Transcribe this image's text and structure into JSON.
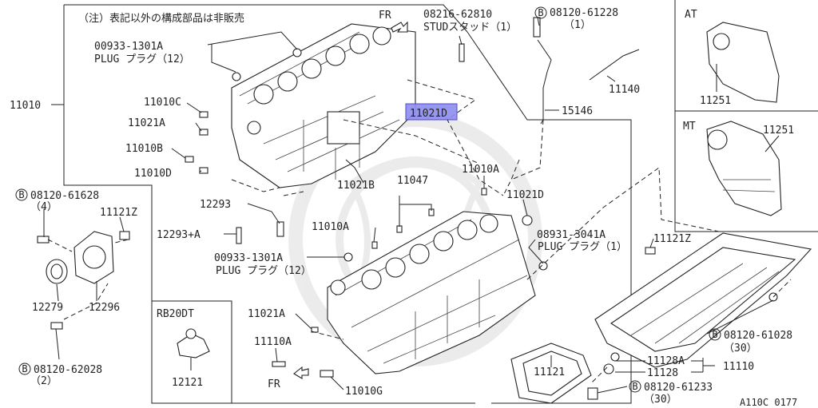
{
  "note": "（注）表記以外の構成部品は非販売",
  "fr_labels": [
    "FR",
    "FR"
  ],
  "callouts": {
    "block_main": "11010",
    "plug_top_code": "00933-1301A",
    "plug_top_name": "PLUG プラグ（12）",
    "p11010C": "11010C",
    "p11021A_top": "11021A",
    "p11010B": "11010B",
    "p11010D": "11010D",
    "p11021B": "11021B",
    "p11021D_highlight": "11021D",
    "stud_code": "08216-62810",
    "stud_name": "STUDスタッド（1）",
    "bolt_top_code": "08120-61228",
    "bolt_top_qty": "（1）",
    "p15146": "15146",
    "p11140": "11140",
    "p11047": "11047",
    "p11010A_upper": "11010A",
    "p11021D_mid": "11021D",
    "p12293": "12293",
    "p12293A": "12293+A",
    "p11010A_mid": "11010A",
    "plug_mid_code": "00933-1301A",
    "plug_mid_name": "PLUG プラグ（12）",
    "plug_right_code": "08931-3041A",
    "plug_right_name": "PLUG プラグ（1）",
    "p11121Z_right": "11121Z",
    "bolt_left_code": "08120-61628",
    "bolt_left_qty": "（4）",
    "p11121Z_left": "11121Z",
    "p12279": "12279",
    "p12296": "12296",
    "bolt_lower_left_code": "08120-62028",
    "bolt_lower_left_qty": "（2）",
    "rb_label": "RB20DT",
    "p12121": "12121",
    "p11021A_bottom": "11021A",
    "p11110A": "11110A",
    "p11010G": "11010G",
    "p11121": "11121",
    "p11128A": "11128A",
    "p11128": "11128",
    "p11110": "11110",
    "bolt_pan_code": "08120-61028",
    "bolt_pan_qty": "（30）",
    "bolt_bottom_code": "08120-61233",
    "bolt_bottom_qty": "（30）",
    "at_label": "AT",
    "at_part": "11251",
    "mt_label": "MT",
    "mt_part": "11251",
    "bolt_prefix": "B",
    "figure_code": "A110C 0177"
  }
}
